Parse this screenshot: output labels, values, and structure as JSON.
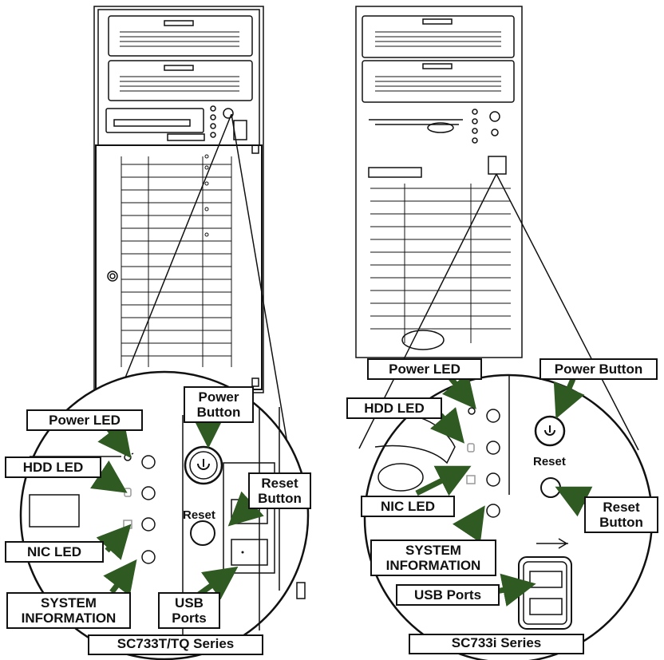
{
  "left_figure": {
    "caption": "SC733T/TQ Series",
    "reset_text": "Reset",
    "callouts": {
      "power_led": "Power LED",
      "power_button": "Power Button",
      "hdd_led": "HDD LED",
      "reset_button": "Reset Button",
      "nic_led": "NIC LED",
      "system_information": "SYSTEM INFORMATION",
      "usb_ports": "USB Ports"
    }
  },
  "right_figure": {
    "caption": "SC733i Series",
    "reset_text": "Reset",
    "callouts": {
      "power_led": "Power LED",
      "power_button": "Power Button",
      "hdd_led": "HDD LED",
      "reset_button": "Reset Button",
      "nic_led": "NIC LED",
      "system_information": "SYSTEM INFORMATION",
      "usb_ports": "USB Ports"
    }
  },
  "colors": {
    "arrow": "#2f5a22",
    "line": "#111111",
    "fill": "#ffffff"
  },
  "icons": [
    "power-led-icon",
    "hdd-led-icon",
    "nic-led-icon",
    "info-icon",
    "power-symbol-icon",
    "usb-icon"
  ]
}
